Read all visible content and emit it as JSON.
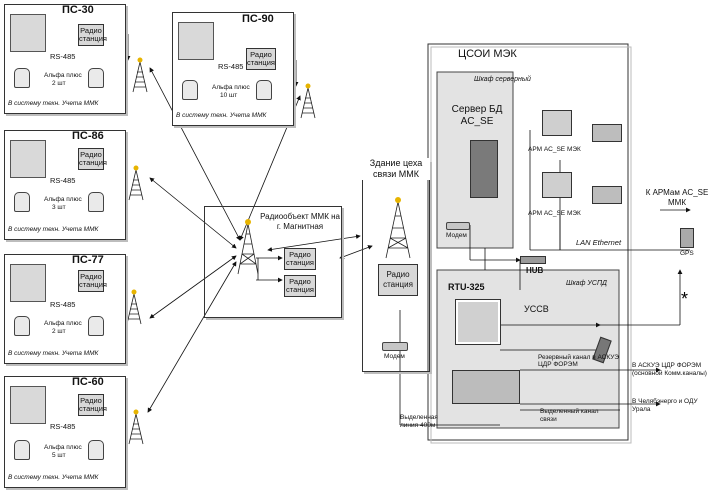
{
  "stations": [
    {
      "title": "ПС-30",
      "radio": "Радио станция",
      "bus": "RS-485",
      "alpha": "Альфа плюс",
      "count": "2 шт",
      "note": "В систему техн. Учета ММК"
    },
    {
      "title": "ПС-90",
      "radio": "Радио станция",
      "bus": "RS-485",
      "alpha": "Альфа плюс",
      "count": "10 шт",
      "note": "В систему техн. Учета ММК"
    },
    {
      "title": "ПС-86",
      "radio": "Радио станция",
      "bus": "RS-485",
      "alpha": "Альфа плюс",
      "count": "3 шт",
      "note": "В систему техн. Учета ММК"
    },
    {
      "title": "ПС-77",
      "radio": "Радио станция",
      "bus": "RS-485",
      "alpha": "Альфа плюс",
      "count": "2 шт",
      "note": "В систему техн. Учета ММК"
    },
    {
      "title": "ПС-60",
      "radio": "Радио станция",
      "bus": "RS-485",
      "alpha": "Альфа плюс",
      "count": "5 шт",
      "note": "В систему техн. Учета ММК"
    }
  ],
  "radioobject": {
    "title": "Радиообъект ММК на г. Магнитная",
    "radio1": "Радио станция",
    "radio2": "Радио станция"
  },
  "building": {
    "title": "Здание цеха связи ММК",
    "radio": "Радио станция",
    "modem": "Модем"
  },
  "csoi": {
    "title": "ЦСОИ МЭК",
    "server_cabinet_label": "Шкаф серверный",
    "server_title": "Сервер БД AC_SE",
    "server_modem": "Модем",
    "arm1": "АРМ AC_SE МЭК",
    "arm2": "АРМ AC_SE МЭК",
    "lan": "LAN Ethernet",
    "hub": "HUB",
    "gps": "GPS",
    "to_arms": "К АРМам AC_SE ММК",
    "rtu": "RTU-325",
    "uspd_label": "Шкаф УСПД",
    "ussv": "УССВ",
    "reserve": "Резервный канал в АСКУЭ ЦДР ФОРЭМ",
    "to_cdr": "В АСКУЭ ЦДР ФОРЭМ (основной Комм.каналы)",
    "to_chel": "В Челябэнерго и ОДУ Урала",
    "dedicated_channel": "Выделенный канал связи",
    "dedicated_line": "Выделенная линия 400м"
  }
}
